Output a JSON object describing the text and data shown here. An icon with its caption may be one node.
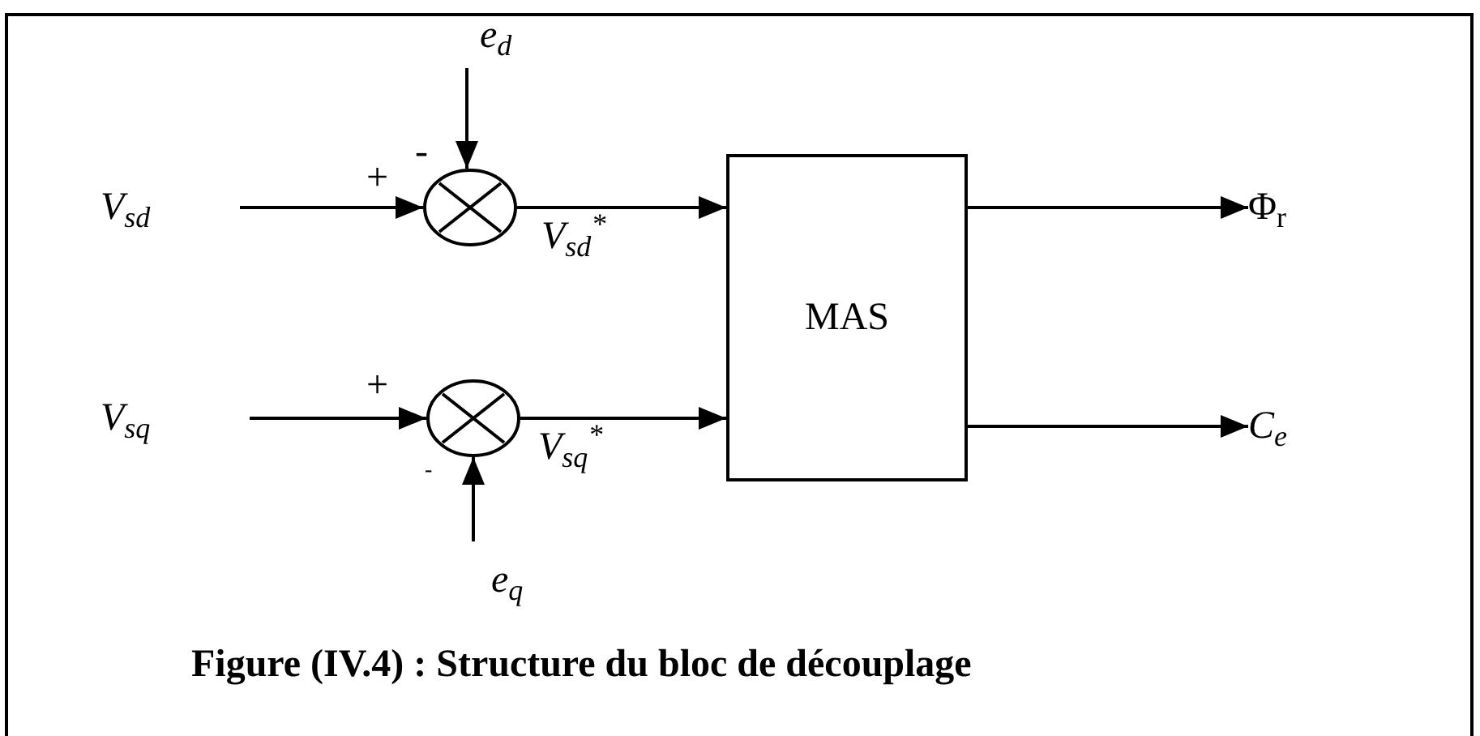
{
  "diagram": {
    "caption": "Figure (IV.4) : Structure du bloc de découplage",
    "nodes": [
      {
        "text": [
          "V$_{sd}$"
        ]
      },
      {
        "text": [
          "e$_{d}$"
        ]
      },
      {
        "text": [],
        "shape": "circle"
      },
      {
        "text": [
          "V$_{sq}$"
        ]
      },
      {
        "text": [
          "e$_{q}$"
        ]
      },
      {
        "text": [],
        "shape": "circle"
      },
      {
        "text": [
          "MAS"
        ]
      },
      {
        "text": [
          "Φ$_{r}$"
        ]
      },
      {
        "text": [
          "C$_{e}$"
        ]
      }
    ],
    "edges": [
      {
        "from": 0,
        "to": 2,
        "arrow": "to",
        "label": "+"
      },
      {
        "from": 1,
        "to": 2,
        "arrow": "to",
        "label": "-"
      },
      {
        "from": 2,
        "to": 6,
        "arrow": "to",
        "label": "V$_{sd}$$^{*}$"
      },
      {
        "from": 3,
        "to": 5,
        "arrow": "to",
        "label": "+"
      },
      {
        "from": 4,
        "to": 5,
        "arrow": "to",
        "label": "-"
      },
      {
        "from": 5,
        "to": 6,
        "arrow": "to",
        "label": "V$_{sq}$$^{*}$"
      },
      {
        "from": 6,
        "to": 7,
        "arrow": "to"
      },
      {
        "from": 6,
        "to": 8,
        "arrow": "to"
      }
    ]
  }
}
